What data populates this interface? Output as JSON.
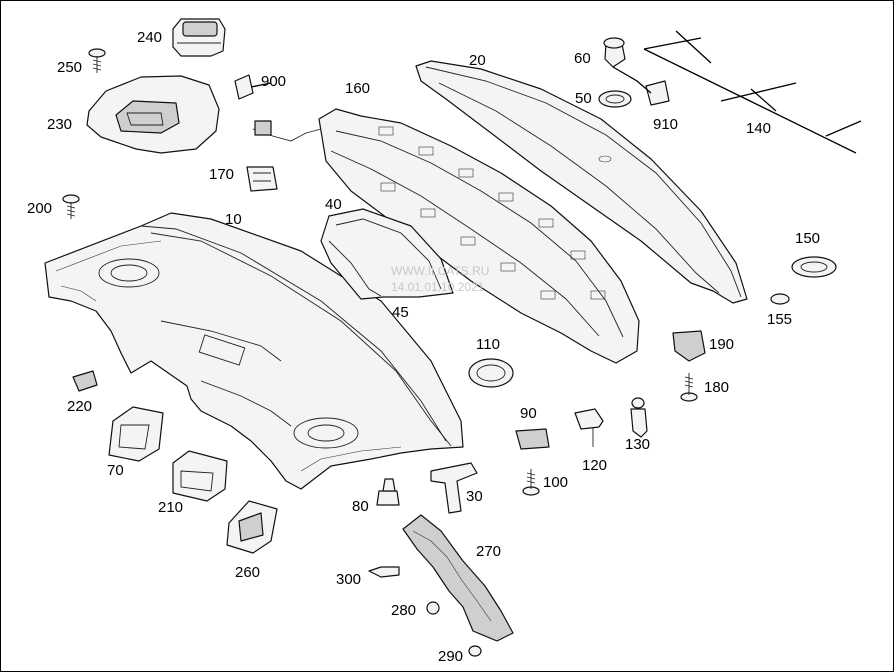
{
  "diagram": {
    "callouts": {
      "c10": "10",
      "c20": "20",
      "c30": "30",
      "c40": "40",
      "c45": "45",
      "c50": "50",
      "c60": "60",
      "c70": "70",
      "c80": "80",
      "c90": "90",
      "c100": "100",
      "c110": "110",
      "c120": "120",
      "c130": "130",
      "c140": "140",
      "c150": "150",
      "c155": "155",
      "c160": "160",
      "c170": "170",
      "c180": "180",
      "c190": "190",
      "c200": "200",
      "c210": "210",
      "c220": "220",
      "c230": "230",
      "c240": "240",
      "c250": "250",
      "c260": "260",
      "c270": "270",
      "c280": "280",
      "c290": "290",
      "c300": "300",
      "c900": "900",
      "c910": "910"
    },
    "watermark": {
      "line1": "WWW.ILCATS.RU",
      "line2": "14.01.01.10.2021"
    }
  }
}
